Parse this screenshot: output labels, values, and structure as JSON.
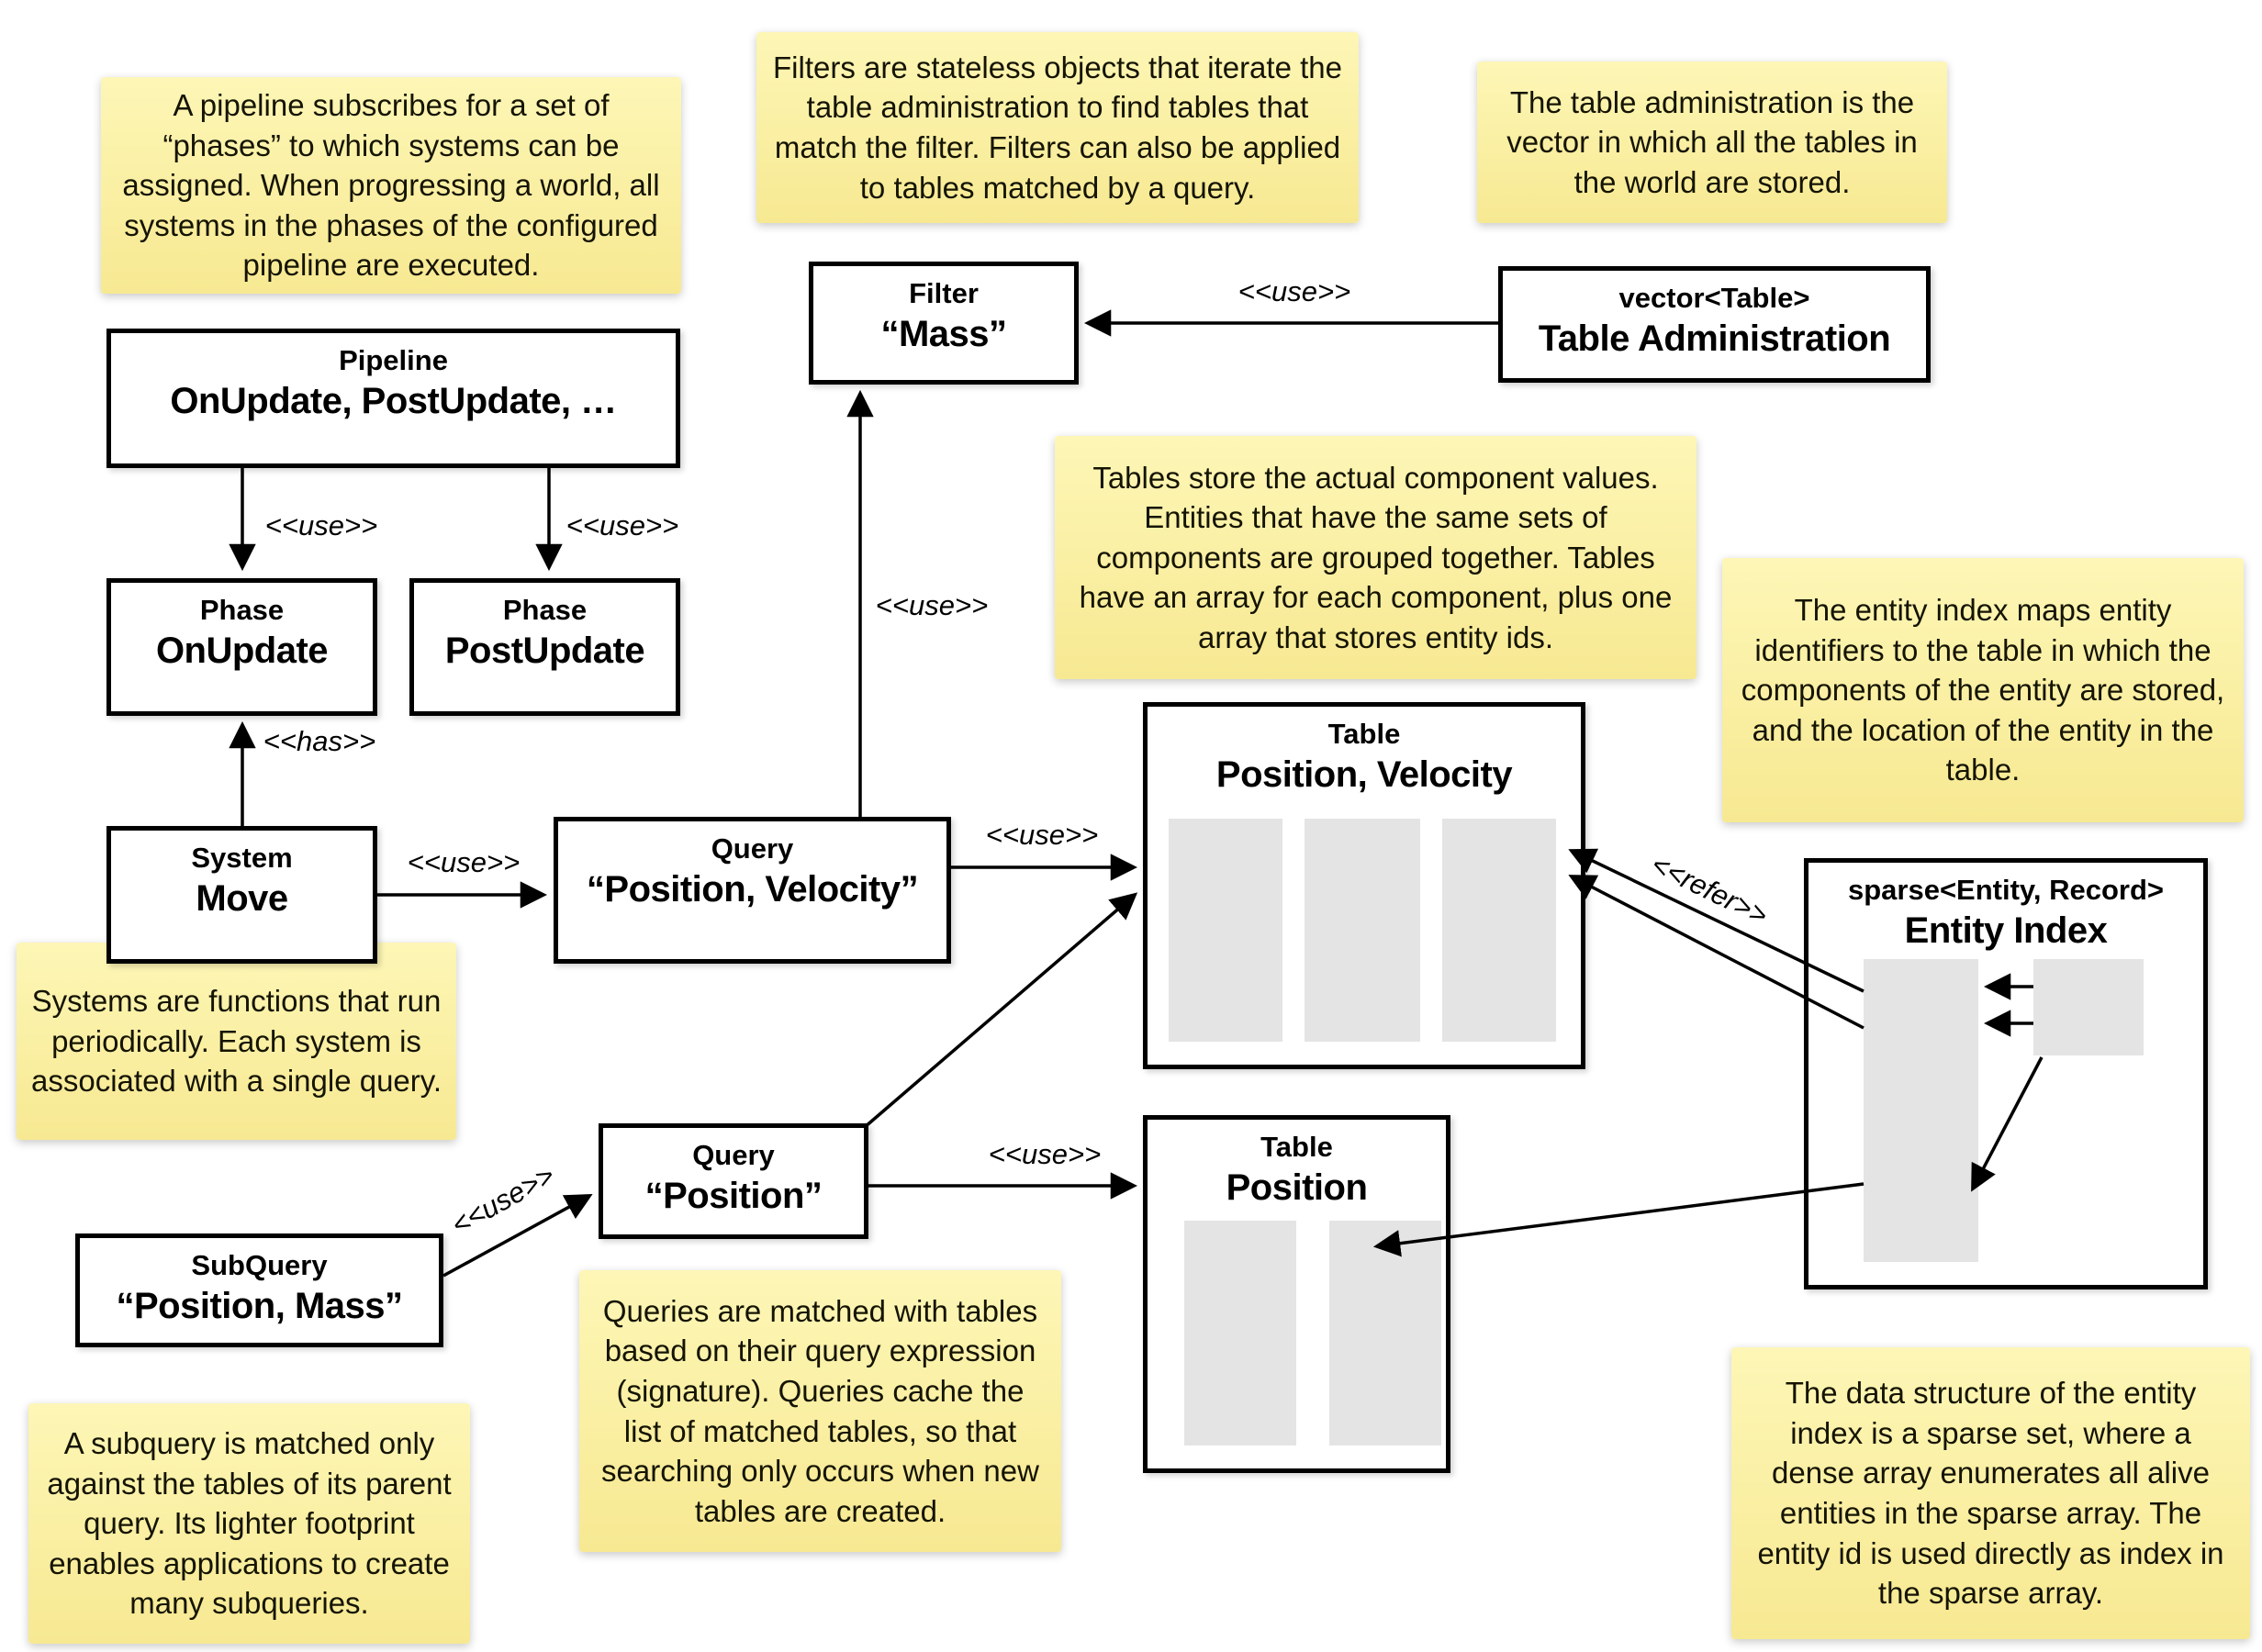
{
  "notes": {
    "pipeline": {
      "text": "A pipeline subscribes for a set of “phases” to which systems can be assigned. When progressing a world, all systems in the phases of the configured pipeline are executed."
    },
    "filters": {
      "text": "Filters are stateless objects that iterate the table administration to find tables that match the filter. Filters can also be applied to tables matched by a query."
    },
    "table_admin": {
      "text": "The table administration is the vector in which all the tables in the world are stored."
    },
    "tables": {
      "text": "Tables store the actual component values. Entities that have the same sets of components are grouped together. Tables have an array for each component, plus one array that stores entity ids."
    },
    "entity_index": {
      "text": "The entity index maps entity identifiers to the table in which the components of the entity are stored, and the location of the entity in the table."
    },
    "systems": {
      "text": "Systems are functions that run periodically. Each system is associated with a single query."
    },
    "queries": {
      "text": "Queries are matched with tables based on their query expression (signature). Queries cache the list of matched tables, so that searching only occurs when new tables are created."
    },
    "subquery": {
      "text": "A subquery is matched only against the tables of its parent query. Its lighter footprint enables applications to create many subqueries."
    },
    "sparse_set": {
      "text": "The data structure of the entity index is a sparse set, where a dense array enumerates all alive entities in the sparse array. The entity id is used directly as index in the sparse array."
    }
  },
  "boxes": {
    "pipeline": {
      "type": "Pipeline",
      "name": "OnUpdate, PostUpdate, …"
    },
    "phase_on": {
      "type": "Phase",
      "name": "OnUpdate"
    },
    "phase_post": {
      "type": "Phase",
      "name": "PostUpdate"
    },
    "filter_mass": {
      "type": "Filter",
      "name": "“Mass”"
    },
    "table_admin": {
      "type": "vector<Table>",
      "name": "Table Administration"
    },
    "system_move": {
      "type": "System",
      "name": "Move"
    },
    "query_pv": {
      "type": "Query",
      "name": "“Position, Velocity”"
    },
    "table_pv": {
      "type": "Table",
      "name": "Position, Velocity"
    },
    "query_pos": {
      "type": "Query",
      "name": "“Position”"
    },
    "subquery": {
      "type": "SubQuery",
      "name": "“Position, Mass”"
    },
    "table_pos": {
      "type": "Table",
      "name": "Position"
    },
    "entity_index": {
      "type": "sparse<Entity, Record>",
      "name": "Entity Index"
    }
  },
  "labels": {
    "use": "<<use>>",
    "has": "<<has>>",
    "refer": "<<refer>>"
  },
  "colors": {
    "note_bg_top": "#fdf6b6",
    "note_bg_bottom": "#f7e992",
    "box_border": "#000000",
    "array_placeholder": "#e4e4e4"
  }
}
